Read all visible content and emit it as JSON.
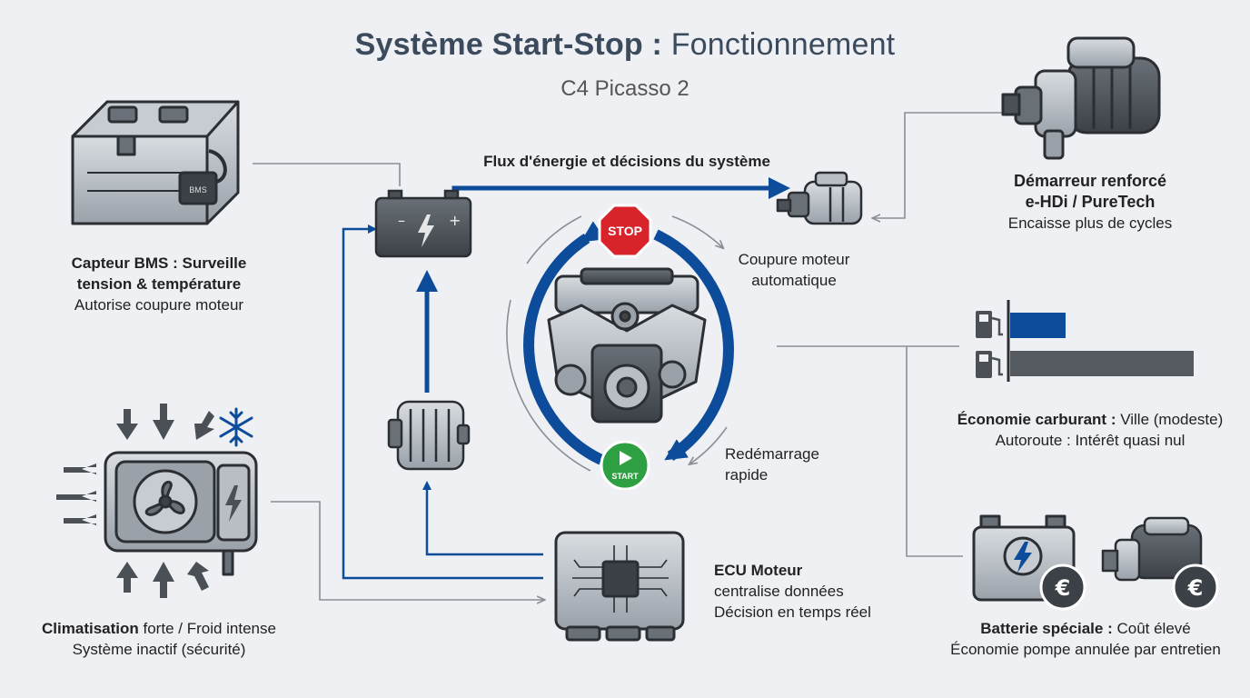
{
  "header": {
    "title_main": "Système Start-Stop :",
    "title_rest": " Fonctionnement",
    "subtitle": "C4 Picasso 2"
  },
  "flow": {
    "label": "Flux d'énergie et décisions du système"
  },
  "engine_cycle": {
    "stop_sign": "STOP",
    "start_button": "START",
    "cut_label_1": "Coupure moteur",
    "cut_label_2": "automatique",
    "restart_label_1": "Redémarrage",
    "restart_label_2": "rapide"
  },
  "bms": {
    "line1": "Capteur BMS : Surveille",
    "line2": "tension & température",
    "line3": "Autorise coupure moteur",
    "chip_text": "BMS"
  },
  "clim": {
    "title_bold": "Climatisation",
    "title_rest": " forte / Froid intense",
    "line2": "Système inactif (sécurité)"
  },
  "ecu": {
    "title": "ECU Moteur",
    "line2": "centralise données",
    "line3": "Décision en temps réel"
  },
  "starter": {
    "line1": "Démarreur renforcé",
    "line2": "e-HDi / PureTech",
    "line3": "Encaisse plus de cycles"
  },
  "fuel": {
    "title_bold": "Économie carburant :",
    "title_rest": " Ville (modeste)",
    "line2": "Autoroute : Intérêt quasi nul",
    "bars": [
      {
        "name": "Ville",
        "value": 0.3,
        "color": "#0d4c9a"
      },
      {
        "name": "Autoroute",
        "value": 1.0,
        "color": "#555a60"
      }
    ]
  },
  "battery_special": {
    "title_bold": "Batterie spéciale :",
    "title_rest": " Coût élevé",
    "line2": "Économie pompe annulée par entretien",
    "currency": "€"
  },
  "colors": {
    "accent_blue": "#0d4c9a",
    "stop_red": "#d9232b",
    "start_green": "#2ea043",
    "connector_gray": "#8a8f96"
  }
}
